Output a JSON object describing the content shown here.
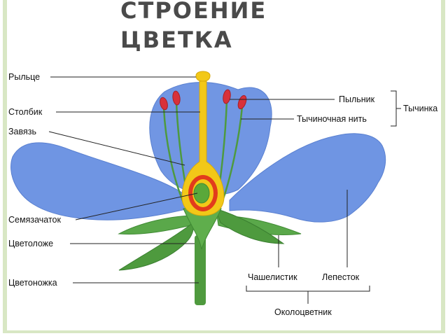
{
  "title": {
    "line1": "СТРОЕНИЕ",
    "line2": "ЦВЕТКА"
  },
  "labels": {
    "stigma": "Рыльце",
    "style": "Столбик",
    "ovary": "Завязь",
    "ovule": "Семязачаток",
    "receptacle": "Цветоложе",
    "pedicel": "Цветоножка",
    "anther": "Пыльник",
    "filament": "Тычиночная нить",
    "stamen": "Тычинка",
    "sepal": "Чашелистик",
    "petal": "Лепесток",
    "perianth": "Околоцветник"
  },
  "colors": {
    "petal": "#6f95e3",
    "leaf": "#58a24a",
    "pistil": "#f2c818",
    "ovary_red": "#e23b1c",
    "ovule_green": "#5aa83a",
    "anther": "#d8313a",
    "title": "#4a4a4a",
    "frame": "#d8e7c4"
  }
}
